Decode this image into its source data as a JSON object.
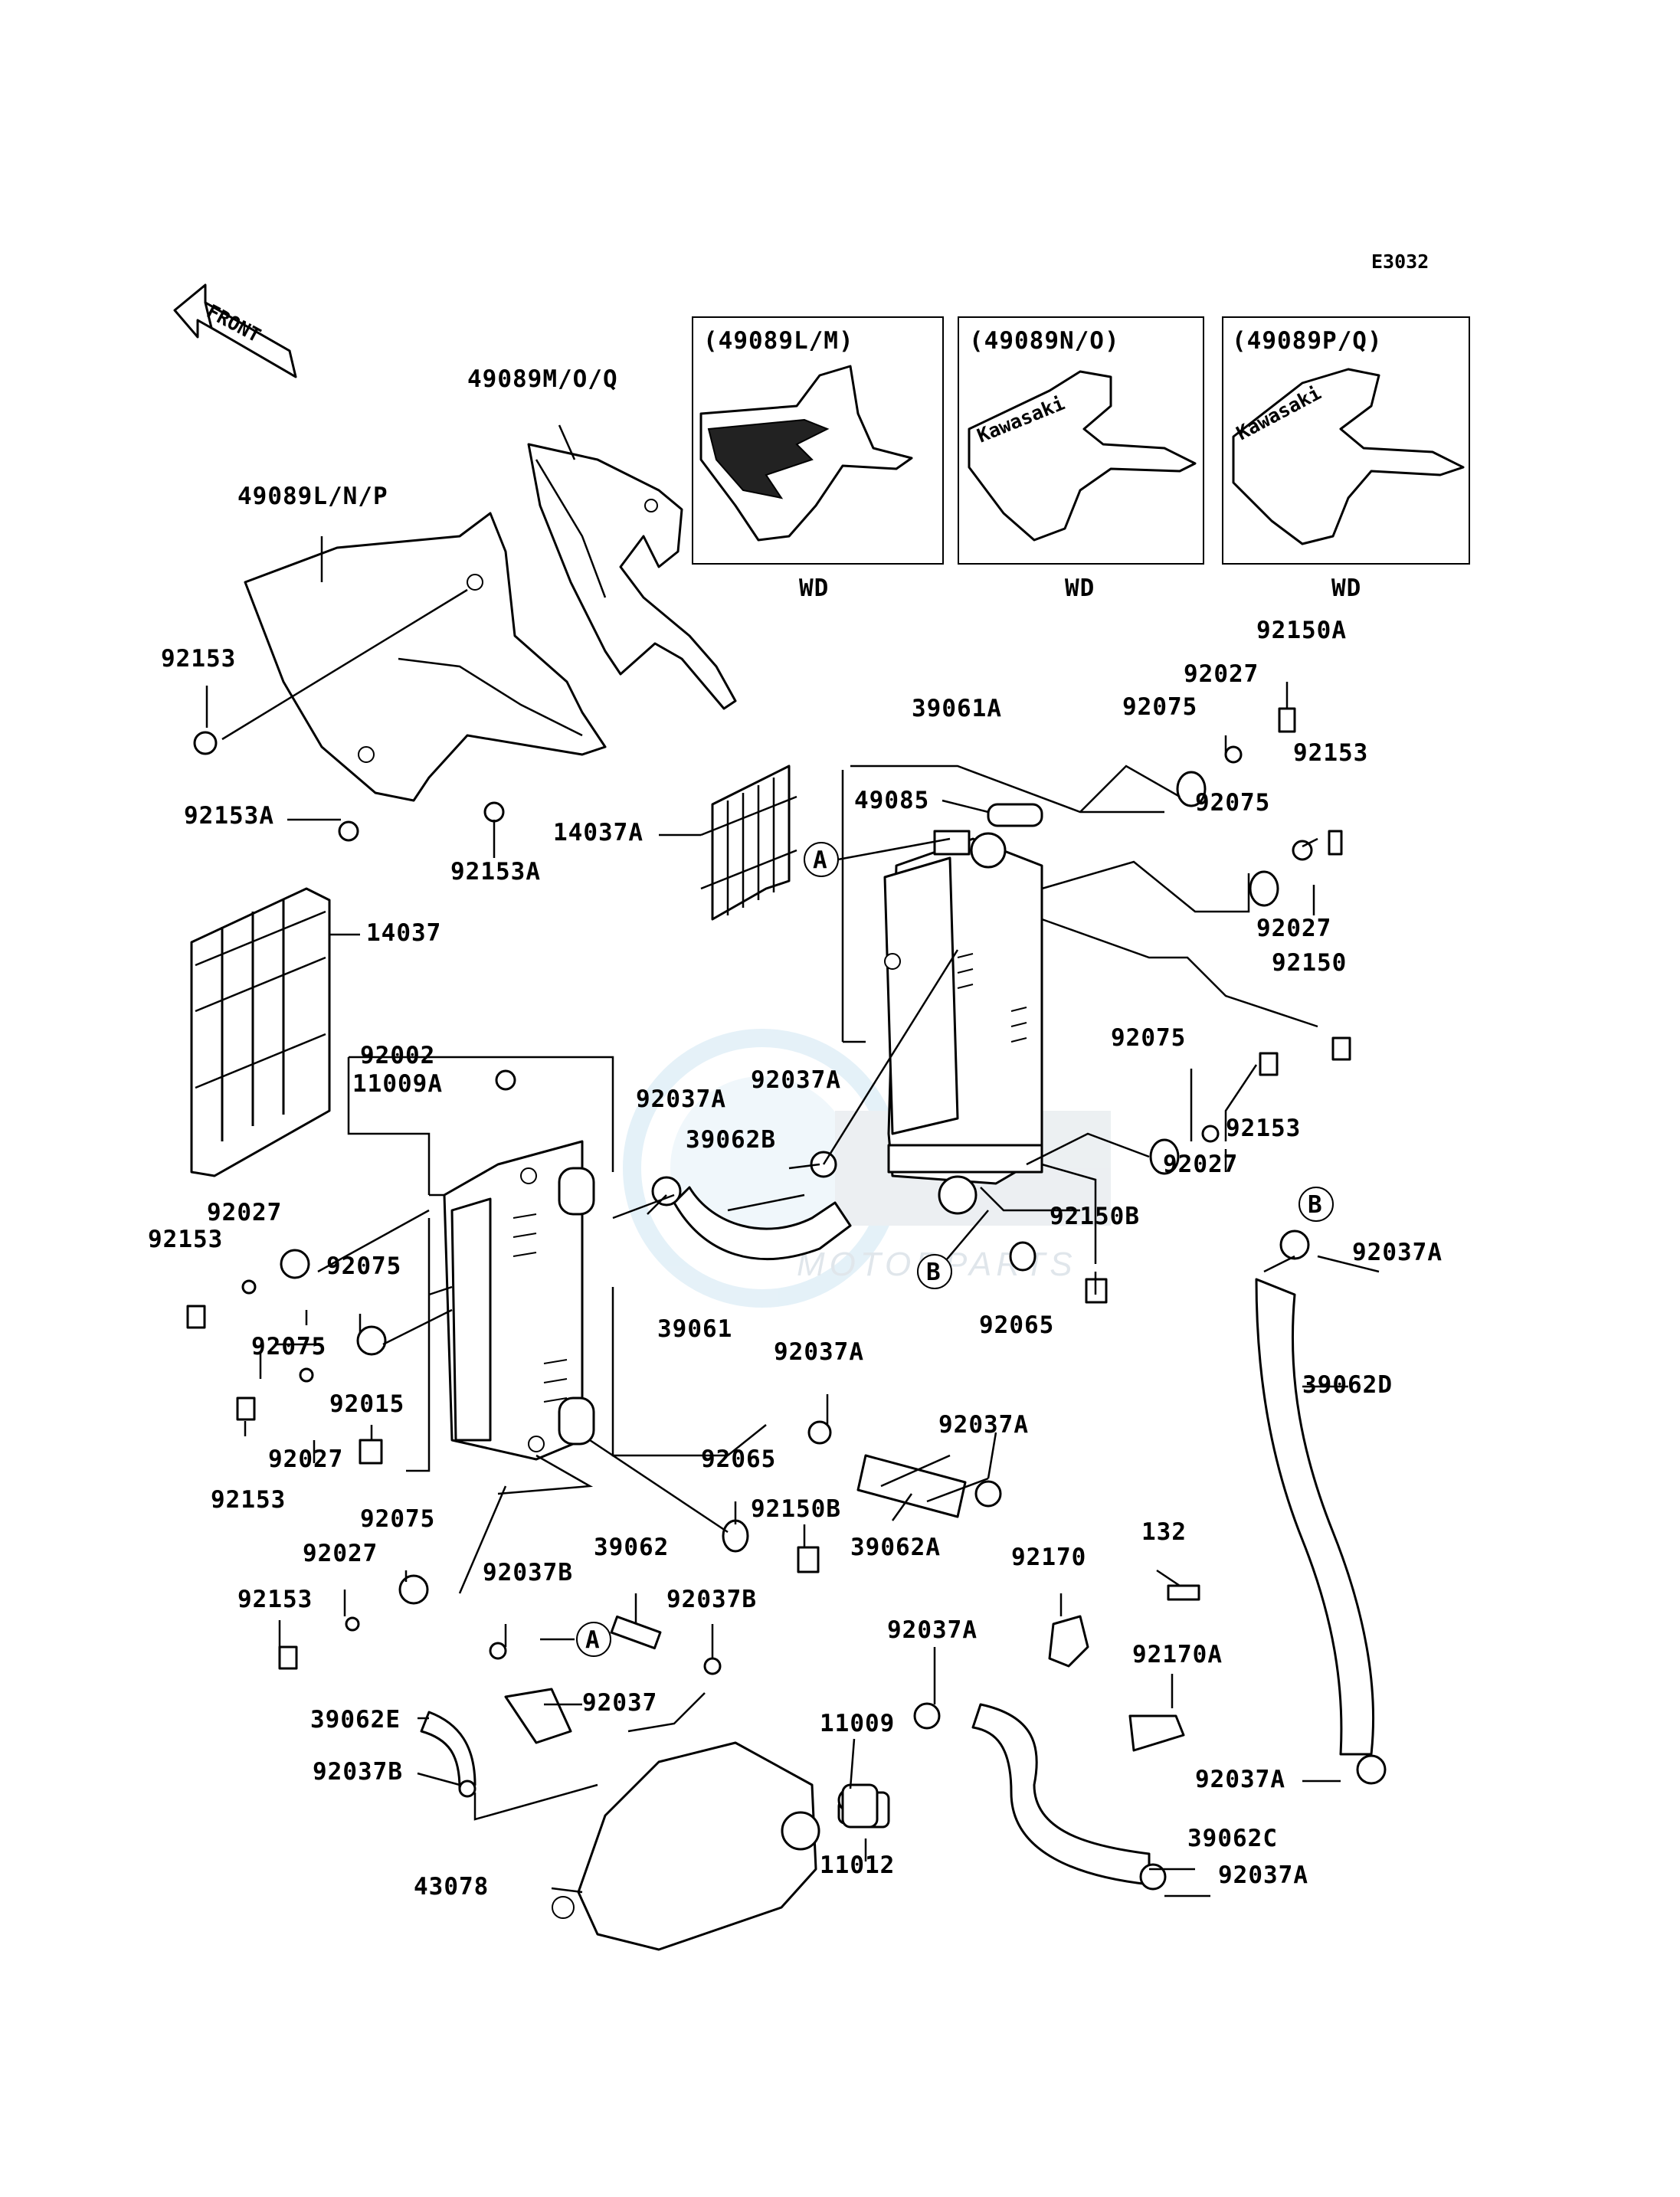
{
  "diagram": {
    "code": "E3032",
    "front_label": "FRONT",
    "watermark": "MOTORPARTS",
    "insets": [
      {
        "title": "(49089L/M)",
        "note": "WD"
      },
      {
        "title": "(49089N/O)",
        "note": "WD"
      },
      {
        "title": "(49089P/Q)",
        "note": "WD"
      }
    ],
    "labels": {
      "p49089MOQ": "49089M/O/Q",
      "p49089LNP": "49089L/N/P",
      "p92153_a": "92153",
      "p92153A_1": "92153A",
      "p92153A_2": "92153A",
      "p14037A": "14037A",
      "p14037": "14037",
      "p39061A": "39061A",
      "p49085": "49085",
      "p92075_1": "92075",
      "p92027_1": "92027",
      "p92150A": "92150A",
      "p92153_b": "92153",
      "p92075_2": "92075",
      "p92027_2": "92027",
      "p92150": "92150",
      "p92075_3": "92075",
      "p92153_c": "92153",
      "p92027_3": "92027",
      "p92002": "92002",
      "p11009A": "11009A",
      "p92037A_1": "92037A",
      "p92037A_2": "92037A",
      "p39062B": "39062B",
      "p92150B_1": "92150B",
      "p92065_1": "92065",
      "p92037A_3": "92037A",
      "p39062D": "39062D",
      "p92027_4": "92027",
      "p92153_d": "92153",
      "p92075_4": "92075",
      "p92075_5": "92075",
      "p39061": "39061",
      "p92037A_4": "92037A",
      "p92015": "92015",
      "p92153_e": "92153",
      "p92027_5": "92027",
      "p92065_2": "92065",
      "p92150B_2": "92150B",
      "p92037A_5": "92037A",
      "p39062A": "39062A",
      "p132": "132",
      "p92075_6": "92075",
      "p92027_6": "92027",
      "p92037B_1": "92037B",
      "p39062": "39062",
      "p92037B_2": "92037B",
      "p92170": "92170",
      "p92153_f": "92153",
      "p92037A_6": "92037A",
      "p92170A": "92170A",
      "p92037": "92037",
      "p39062E": "39062E",
      "p11009": "11009",
      "p92037B_3": "92037B",
      "p92037A_7": "92037A",
      "p43078": "43078",
      "p11012": "11012",
      "p39062C": "39062C",
      "p92037A_8": "92037A"
    },
    "callouts": {
      "A1": "A",
      "A2": "A",
      "B1": "B",
      "B2": "B"
    }
  }
}
